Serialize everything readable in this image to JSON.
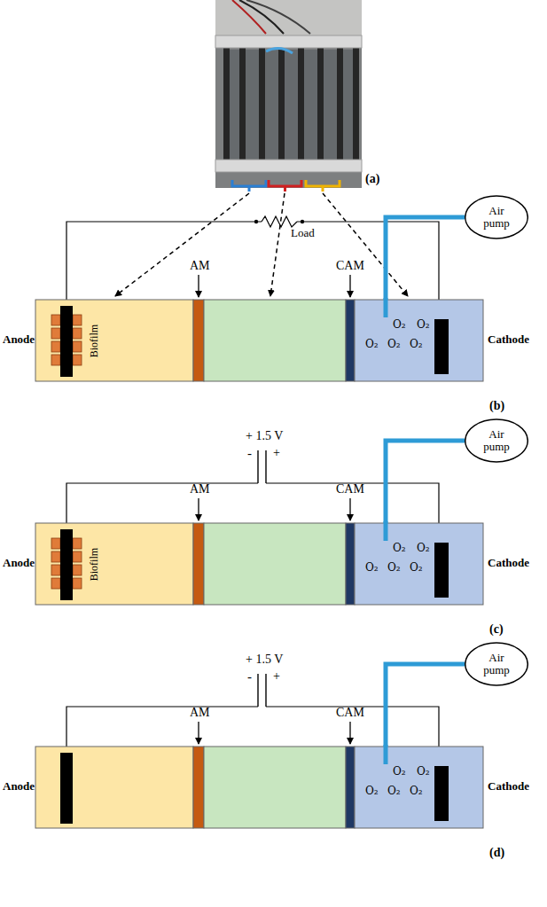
{
  "diagram": {
    "nodes": [
      {
        "text": [
          "Air pump"
        ]
      },
      {
        "text": [
          "O₂",
          "O₂",
          "O₂",
          "O₂",
          "O₂"
        ]
      },
      {
        "text": [
          "Air pump"
        ]
      },
      {
        "text": [
          "O₂",
          "O₂",
          "O₂",
          "O₂",
          "O₂"
        ]
      },
      {
        "text": [
          "Air pump"
        ]
      },
      {
        "text": [
          "O₂",
          "O₂",
          "O₂",
          "O₂",
          "O₂"
        ]
      }
    ],
    "edges": [
      {
        "from": 0,
        "to": 1,
        "arrow": "none"
      },
      {
        "from": 2,
        "to": 3,
        "arrow": "none"
      },
      {
        "from": 4,
        "to": 5,
        "arrow": "none"
      }
    ],
    "labels": [
      "(a)",
      "Load",
      "AM",
      "CAM",
      "Anode",
      "Biofilm",
      "Cathode",
      "(b)",
      "+ 1.5 V",
      "-",
      "+",
      "AM",
      "CAM",
      "Anode",
      "Biofilm",
      "Cathode",
      "(c)",
      "+ 1.5 V",
      "-",
      "+",
      "AM",
      "CAM",
      "Anode",
      "Cathode",
      "(d)"
    ]
  }
}
